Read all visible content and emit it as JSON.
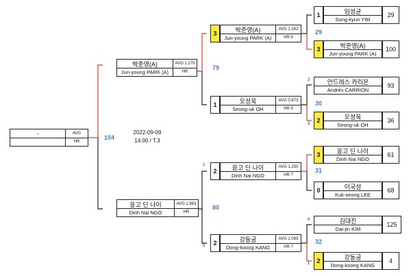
{
  "root": {
    "name": "-",
    "avg_label": "AVG",
    "hr_label": "HR"
  },
  "event": {
    "date": "2022-09-09",
    "time_court": "14:00 / T.3"
  },
  "match_numbers": {
    "m104": "104",
    "m79": "79",
    "m80": "80",
    "m29": "29",
    "m30": "30",
    "m31": "31",
    "m32": "32"
  },
  "semis": {
    "top": {
      "ko": "박준영(A)",
      "en": "Jun-young PARK (A)",
      "avg": "AVG 1.170",
      "hr": "HR"
    },
    "bottom": {
      "ko": "응고 딘 나이",
      "en": "Dinh Nai NGO",
      "avg": "AVG 1.963",
      "hr": "HR"
    }
  },
  "quarters": [
    {
      "seed": "3",
      "ko": "박준영(A)",
      "en": "Jun-young PARK (A)",
      "avg": "AVG 1.262",
      "hr": "HR 6",
      "side_note": ""
    },
    {
      "seed": "1",
      "ko": "오성욱",
      "en": "Seong-uk OH",
      "avg": "AVG 0.873",
      "hr": "HR 5",
      "side_note": ""
    },
    {
      "seed": "2",
      "ko": "응고 딘 나이",
      "en": "Dinh Nai NGO",
      "avg": "AVG 1.250",
      "hr": "HR 7",
      "side_note": "1"
    },
    {
      "seed": "2",
      "ko": "강동궁",
      "en": "Dong-koong KANG",
      "avg": "AVG 1.083",
      "hr": "HR 7",
      "side_note": "0"
    }
  ],
  "first_round": [
    {
      "seed": "1",
      "ko": "임성균",
      "en": "Sung-kyun YIM",
      "score": "29",
      "side_note": ""
    },
    {
      "seed": "3",
      "ko": "박준영(A)",
      "en": "Jun-young PARK (A)",
      "score": "100",
      "side_note": ""
    },
    {
      "seed": "",
      "ko": "안드레스 카리온",
      "en": "Andrés CARRION",
      "score": "93",
      "side_note": "2"
    },
    {
      "seed": "2",
      "ko": "오성욱",
      "en": "Seong-uk OH",
      "score": "36",
      "side_note": "3"
    },
    {
      "seed": "3",
      "ko": "응고 딘 나이",
      "en": "Dinh Nai NGO",
      "score": "61",
      "side_note": ""
    },
    {
      "seed": "0",
      "ko": "이국성",
      "en": "Kuk-seong LEE",
      "score": "68",
      "side_note": ""
    },
    {
      "seed": "",
      "ko": "김대진",
      "en": "Dai-jin KIM",
      "score": "125",
      "side_note": "0"
    },
    {
      "seed": "2",
      "ko": "강동궁",
      "en": "Dong-koong KANG",
      "score": "4",
      "side_note": "1"
    }
  ],
  "colors": {
    "winner_line": "#e53935",
    "line": "#222222",
    "highlight": "#ffeb3b",
    "match_number": "#4a7ebb"
  }
}
